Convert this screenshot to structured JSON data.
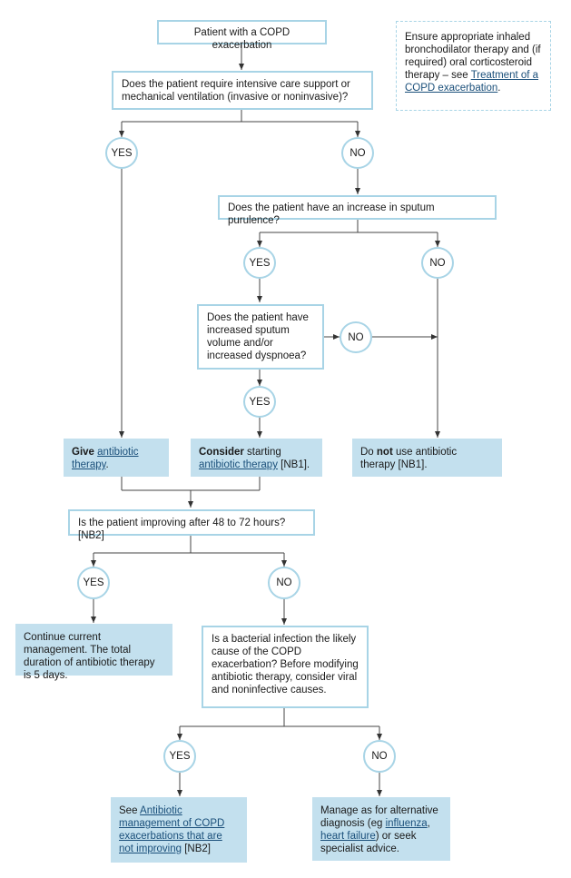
{
  "start": "Patient with a COPD exacerbation",
  "note": {
    "pre": "Ensure appropriate inhaled bronchodilator therapy and (if required) oral corticosteroid therapy – see ",
    "link": "Treatment of a COPD exacerbation",
    "post": "."
  },
  "q1": "Does the patient require intensive care support or mechanical ventilation (invasive or noninvasive)?",
  "q2": "Does the patient have an increase in sputum purulence?",
  "q3": "Does the patient have increased sputum volume and/or increased dyspnoea?",
  "q4": "Is the patient improving after 48 to 72 hours? [NB2]",
  "q5": "Is a bacterial infection the likely cause of the COPD exacerbation? Before modifying antibiotic therapy, consider viral and noninfective causes.",
  "yes": "YES",
  "no": "NO",
  "a1": {
    "bold": "Give",
    "link": "antibiotic therapy",
    "post": "."
  },
  "a2": {
    "bold": "Consider",
    "mid": " starting ",
    "link": "antibiotic therapy",
    "post": " [NB1]."
  },
  "a3": {
    "pre": "Do ",
    "bold": "not",
    "post": " use antibiotic therapy [NB1]."
  },
  "a4": "Continue current management. The total duration of antibiotic therapy is 5 days.",
  "a5": {
    "pre": "See ",
    "link": "Antibiotic management of COPD exacerbations that are not improving",
    "post": " [NB2]"
  },
  "a6": {
    "pre": "Manage as for alternative diagnosis (eg ",
    "link1": "influenza",
    "sep": ", ",
    "link2": "heart failure",
    "post": ") or seek specialist advice."
  }
}
